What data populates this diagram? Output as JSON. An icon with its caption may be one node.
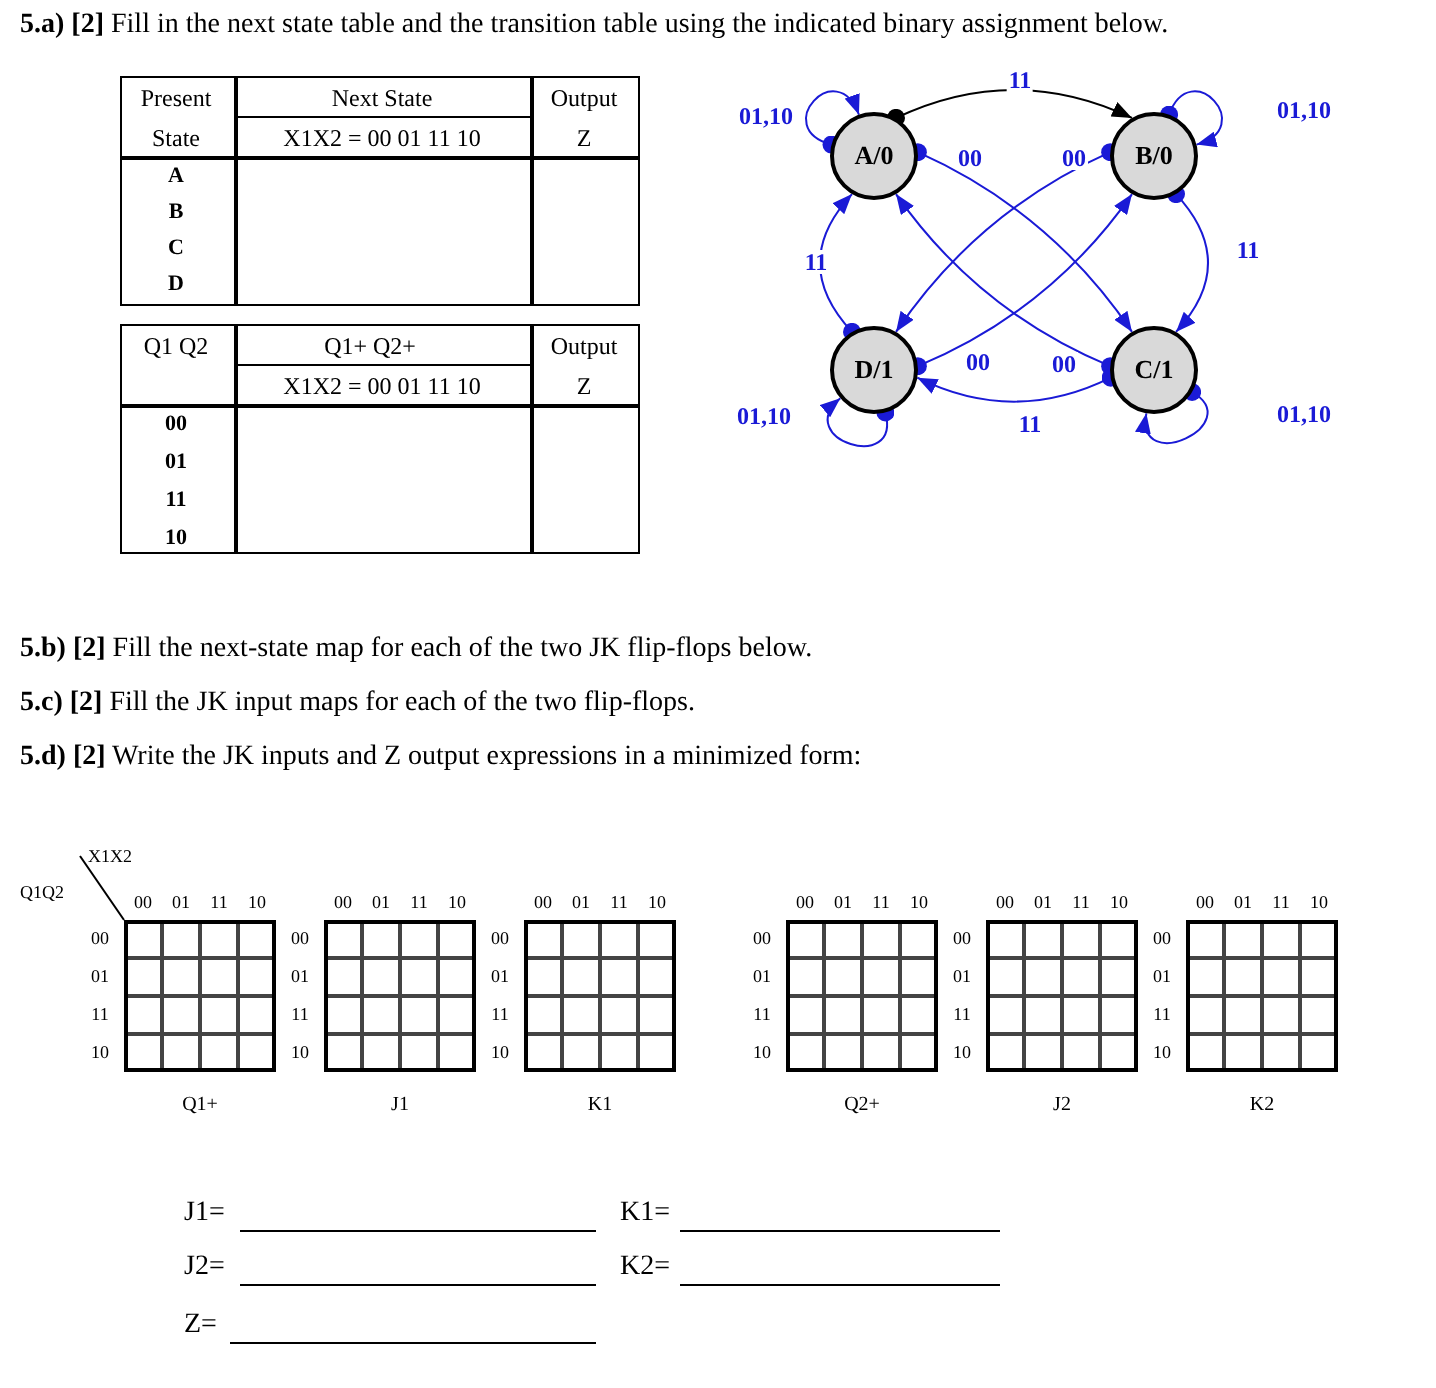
{
  "diagram": {
    "nodes": [
      {
        "text": [
          "A/0"
        ]
      },
      {
        "text": [
          "B/0"
        ]
      },
      {
        "text": [
          "C/1"
        ]
      },
      {
        "text": [
          "D/1"
        ]
      }
    ],
    "edges": [
      {
        "from": 0,
        "to": 0,
        "arrow": "to",
        "label": "01,10"
      },
      {
        "from": 0,
        "to": 1,
        "arrow": "to",
        "label": "11",
        "color": "#000000"
      },
      {
        "from": 1,
        "to": 1,
        "arrow": "to",
        "label": "01,10"
      },
      {
        "from": 0,
        "to": 2,
        "arrow": "to",
        "label": "00"
      },
      {
        "from": 1,
        "to": 3,
        "arrow": "to",
        "label": "00"
      },
      {
        "from": 1,
        "to": 2,
        "arrow": "to",
        "label": "11"
      },
      {
        "from": 3,
        "to": 0,
        "arrow": "to",
        "label": "11"
      },
      {
        "from": 2,
        "to": 0,
        "arrow": "to",
        "label": "00"
      },
      {
        "from": 3,
        "to": 1,
        "arrow": "to",
        "label": "00"
      },
      {
        "from": 2,
        "to": 3,
        "arrow": "to",
        "label": "11"
      },
      {
        "from": 3,
        "to": 3,
        "arrow": "to",
        "label": "01,10"
      },
      {
        "from": 2,
        "to": 2,
        "arrow": "to",
        "label": "01,10"
      }
    ],
    "labels": [
      "**5.a) [2]** Fill in the next state table and the transition table using the indicated binary assignment below.",
      "Present",
      "Next State",
      "Output",
      "State",
      "X1X2 = 00  01  11  10",
      "Z",
      "A",
      "B",
      "C",
      "D",
      "Q1 Q2",
      "Q1+  Q2+",
      "Output",
      "X1X2 = 00  01  11  10",
      "Z",
      "00",
      "01",
      "11",
      "10",
      "**5.b) [2]** Fill the next-state map for each of the two JK flip-flops below.",
      "**5.c) [2]** Fill the JK input maps for each of the two flip-flops.",
      "**5.d) [2]** Write the JK inputs and Z output expressions in a minimized form:",
      "X1X2",
      "Q1Q2",
      "00",
      "01",
      "11",
      "10",
      "00",
      "01",
      "11",
      "10",
      "Q1+",
      "00",
      "01",
      "11",
      "10",
      "00",
      "01",
      "11",
      "10",
      "J1",
      "00",
      "01",
      "11",
      "10",
      "00",
      "01",
      "11",
      "10",
      "K1",
      "00",
      "01",
      "11",
      "10",
      "00",
      "01",
      "11",
      "10",
      "Q2+",
      "00",
      "01",
      "11",
      "10",
      "00",
      "01",
      "11",
      "10",
      "J2",
      "00",
      "01",
      "11",
      "10",
      "00",
      "01",
      "11",
      "10",
      "K2",
      "J1=",
      "K1=",
      "J2=",
      "K2=",
      "Z="
    ]
  }
}
